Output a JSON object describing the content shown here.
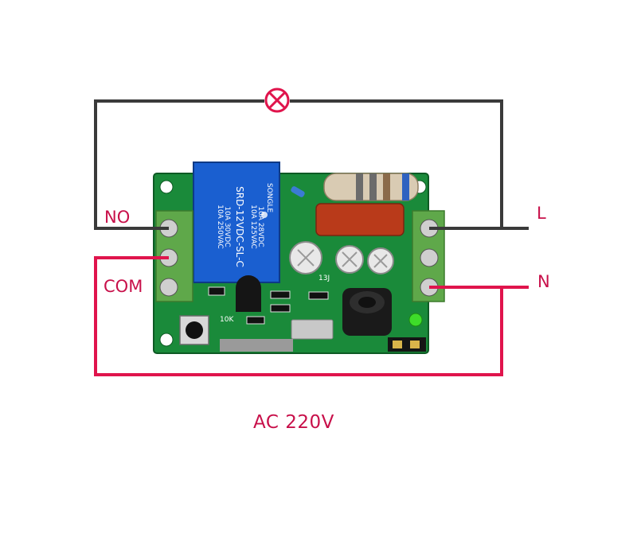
{
  "labels": {
    "no": "NO",
    "com": "COM",
    "live": "L",
    "neutral": "N",
    "supply": "AC 220V"
  },
  "relay": {
    "brand": "SONGLE",
    "model": "SRD-12VDC-SL-C",
    "ratings": [
      "10A 250VAC",
      "10A 125VAC",
      "10A 30VDC",
      "10A 28VDC"
    ]
  },
  "board_marks": {
    "resistor": "10K",
    "chip": "13J"
  },
  "icons": {
    "load": "lamp-symbol-icon",
    "button": "push-button-icon"
  },
  "colors": {
    "load_wire": "#3a3a3a",
    "supply_wire": "#e0144c",
    "label": "#c8104a",
    "pcb": "#1a8a3a",
    "terminal": "#5fa84a",
    "relay": "#1a5fd0"
  }
}
